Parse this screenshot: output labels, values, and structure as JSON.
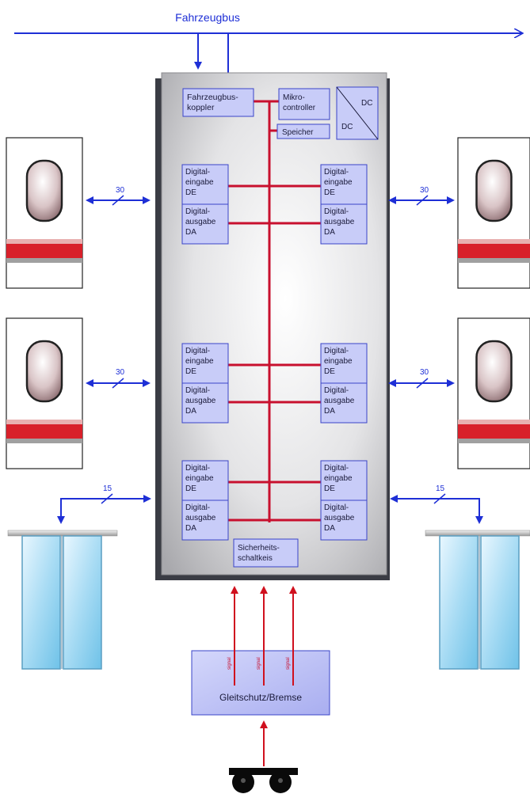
{
  "title": "Fahrzeugbus",
  "modules": {
    "bus_coupler": [
      "Fahrzeugbus-",
      "koppler"
    ],
    "microcontroller": [
      "Mikro-",
      "controller"
    ],
    "memory": "Speicher",
    "dcdc_top": "DC",
    "dcdc_bottom": "DC",
    "safety": [
      "Sicherheits-",
      "schaltkeis"
    ]
  },
  "io": {
    "input": [
      "Digital-",
      "eingabe",
      "DE"
    ],
    "output": [
      "Digital-",
      "ausgabe",
      "DA"
    ]
  },
  "bus_widths": {
    "doors": "30",
    "doors_lower": "30",
    "sliding_doors": "15"
  },
  "brake_unit": "Gleitschutz/Bremse",
  "brake_signals": [
    "signal",
    "signal",
    "signal"
  ],
  "colors": {
    "bus_blue": "#1e2fd6",
    "internal_red": "#c8102e",
    "module_fill": "#c8ccf8",
    "module_stroke": "#3a44c8"
  }
}
